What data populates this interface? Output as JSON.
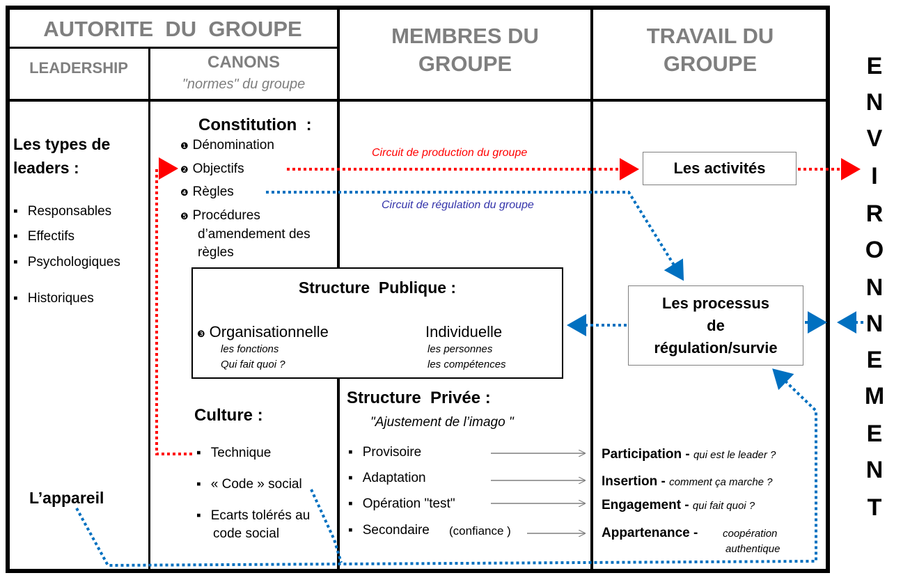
{
  "header": {
    "autorite": "AUTORITE  DU  GROUPE",
    "leadership": "LEADERSHIP",
    "canons": "CANONS",
    "canons_sub": "\"normes\" du groupe",
    "membres_l1": "MEMBRES DU",
    "membres_l2": "GROUPE",
    "travail_l1": "TRAVAIL DU",
    "travail_l2": "GROUPE"
  },
  "environnement": [
    "E",
    "N",
    "V",
    "I",
    "R",
    "O",
    "N",
    "N",
    "E",
    "M",
    "E",
    "N",
    "T"
  ],
  "leaders": {
    "title_l1": "Les types de",
    "title_l2": "leaders :",
    "items": [
      "Responsables",
      "Effectifs",
      "Psychologiques",
      "Historiques"
    ],
    "appareil": "L’appareil"
  },
  "constitution": {
    "title": "Constitution  :",
    "items": [
      {
        "num": "❶",
        "text": "Dénomination"
      },
      {
        "num": "❷",
        "text": "Objectifs"
      },
      {
        "num": "❹",
        "text": "Règles"
      },
      {
        "num": "❺",
        "text": "Procédures"
      }
    ],
    "proc_l2": "d’amendement des",
    "proc_l3": "règles"
  },
  "circuits": {
    "production": "Circuit de production du groupe",
    "regulation": "Circuit de régulation du groupe",
    "production_color": "#ff0000",
    "regulation_color": "#0070c0"
  },
  "activites": "Les activités",
  "processus": {
    "l1": "Les processus",
    "l2": "de",
    "l3": "régulation/survie"
  },
  "structure_publique": {
    "title": "Structure  Publique :",
    "num": "❸",
    "org": "Organisationnelle",
    "org_sub1": "les fonctions",
    "org_sub2": "Qui fait quoi ?",
    "ind": "Individuelle",
    "ind_sub1": "les personnes",
    "ind_sub2": "les compétences"
  },
  "culture": {
    "title": "Culture :",
    "items": [
      "Technique",
      "« Code » social",
      "Ecarts tolérés au"
    ],
    "item3_l2": "code social"
  },
  "structure_privee": {
    "title": "Structure  Privée :",
    "subtitle": "\"Ajustement de l’imago \"",
    "items": [
      "Provisoire",
      "Adaptation",
      "Opération \"test\"",
      "Secondaire"
    ],
    "secondaire_suffix": "(confiance )"
  },
  "travail_items": [
    {
      "label": "Participation",
      "desc": "qui est le leader ?"
    },
    {
      "label": "Insertion",
      "desc": "comment ça marche ?"
    },
    {
      "label": "Engagement",
      "desc": "qui fait quoi ?"
    },
    {
      "label": "Appartenance",
      "desc": "coopération"
    }
  ],
  "appartenance_desc_l2": "authentique"
}
